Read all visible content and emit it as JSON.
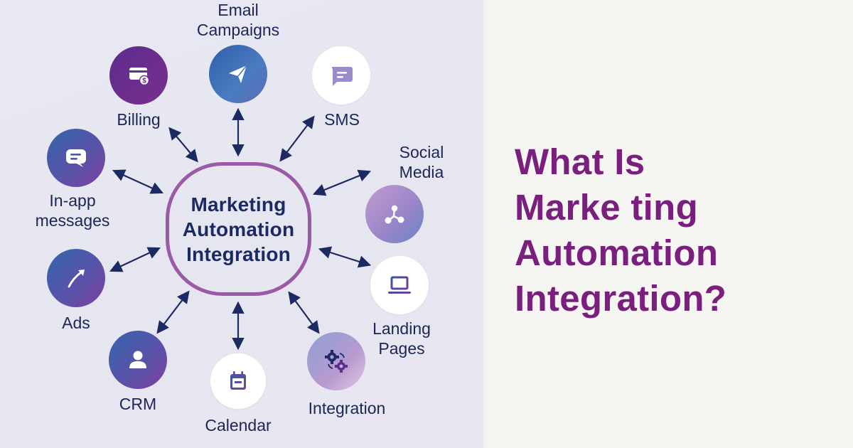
{
  "diagram": {
    "hub": {
      "lines": [
        "Marketing",
        "Automation",
        "Integration"
      ]
    },
    "nodes": [
      {
        "id": "email",
        "label_lines": [
          "Email",
          "Campaigns"
        ],
        "icon": "paper-plane-icon"
      },
      {
        "id": "sms",
        "label_lines": [
          "SMS"
        ],
        "icon": "chat-bubble-icon"
      },
      {
        "id": "social",
        "label_lines": [
          "Social",
          "Media"
        ],
        "icon": "share-network-icon"
      },
      {
        "id": "landing",
        "label_lines": [
          "Landing",
          "Pages"
        ],
        "icon": "laptop-icon"
      },
      {
        "id": "integration",
        "label_lines": [
          "Integration"
        ],
        "icon": "gears-icon"
      },
      {
        "id": "calendar",
        "label_lines": [
          "Calendar"
        ],
        "icon": "calendar-icon"
      },
      {
        "id": "crm",
        "label_lines": [
          "CRM"
        ],
        "icon": "user-icon"
      },
      {
        "id": "ads",
        "label_lines": [
          "Ads"
        ],
        "icon": "trend-arrow-icon"
      },
      {
        "id": "inapp",
        "label_lines": [
          "In-app",
          "messages"
        ],
        "icon": "message-icon"
      },
      {
        "id": "billing",
        "label_lines": [
          "Billing"
        ],
        "icon": "credit-card-icon"
      }
    ],
    "colors": {
      "hub_border": "#9a5aa6",
      "arrow": "#1c2a63",
      "text": "#1b2658",
      "title": "#7a1f7e",
      "left_bg": "#e7e7f1",
      "right_bg": "#f5f6f1"
    }
  },
  "headline": {
    "lines": [
      "What Is",
      "Marke ting",
      "Automation",
      "Integration?"
    ]
  }
}
